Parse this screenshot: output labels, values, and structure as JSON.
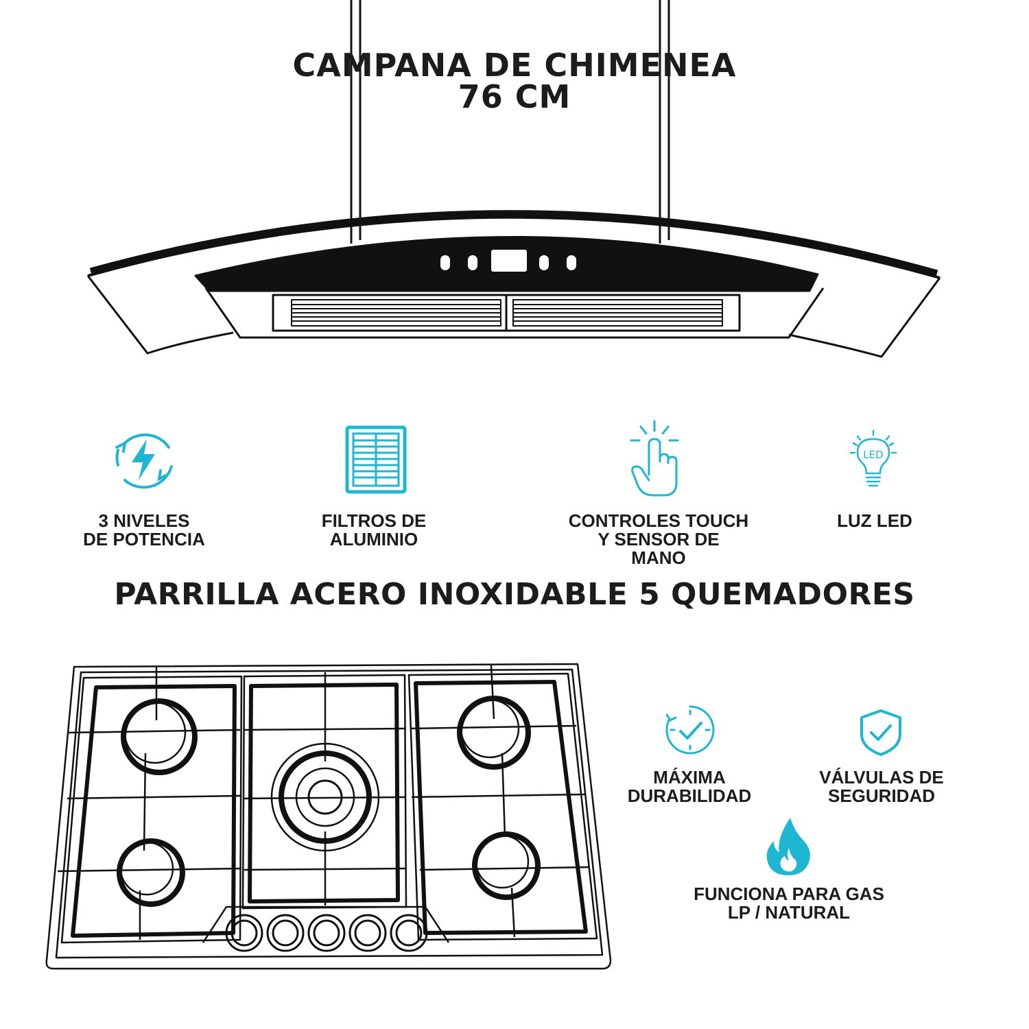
{
  "hood": {
    "title_line1": "CAMPANA DE CHIMENEA",
    "title_line2": "76 CM",
    "features": [
      {
        "line1": "3 NIVELES",
        "line2": "DE POTENCIA",
        "icon": "lightning-cycle-icon"
      },
      {
        "line1": "FILTROS DE",
        "line2": "ALUMINIO",
        "icon": "filter-grid-icon"
      },
      {
        "line1": "CONTROLES TOUCH",
        "line2": "Y SENSOR DE",
        "line3": "MANO",
        "icon": "touch-hand-icon"
      },
      {
        "line1": "LUZ LED",
        "icon": "led-bulb-icon"
      }
    ]
  },
  "stove": {
    "title": "PARRILLA ACERO INOXIDABLE 5 QUEMADORES",
    "features": [
      {
        "line1": "MÁXIMA",
        "line2": "DURABILIDAD",
        "icon": "clock-check-icon"
      },
      {
        "line1": "VÁLVULAS DE",
        "line2": "SEGURIDAD",
        "icon": "shield-check-icon"
      },
      {
        "line1": "FUNCIONA PARA GAS",
        "line2": "LP / NATURAL",
        "icon": "flame-icon"
      }
    ]
  },
  "colors": {
    "accent": "#1fb6d3",
    "text": "#1c1c1c",
    "line": "#111111"
  }
}
